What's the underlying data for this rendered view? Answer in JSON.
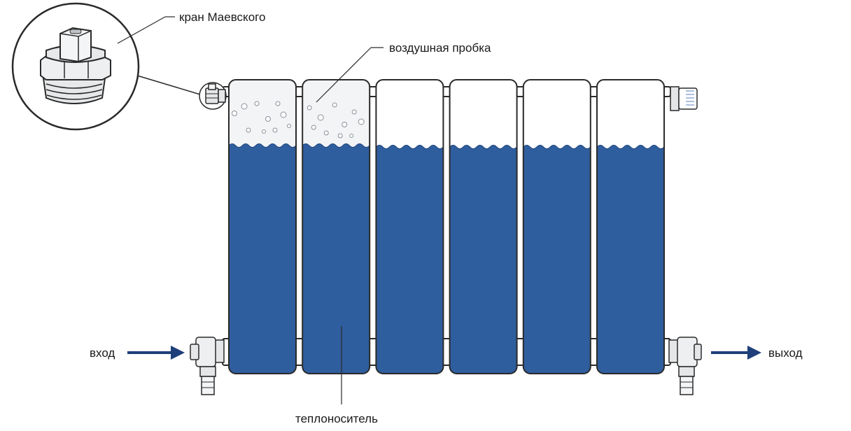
{
  "labels": {
    "valve": "кран Маевского",
    "air_lock": "воздушная пробка",
    "coolant": "теплоноситель",
    "inlet": "вход",
    "outlet": "выход"
  },
  "sections": [
    {
      "state": "air-lock",
      "bubbles": true
    },
    {
      "state": "air-lock",
      "bubbles": true
    },
    {
      "state": "partially-filled",
      "bubbles": false
    },
    {
      "state": "partially-filled",
      "bubbles": false
    },
    {
      "state": "partially-filled",
      "bubbles": false
    },
    {
      "state": "partially-filled",
      "bubbles": false
    }
  ],
  "colors": {
    "coolant": "#2f5e9e",
    "coolant_dark": "#22477d",
    "air": "#f2f4f6",
    "outline": "#2a2a2a",
    "arrow": "#1f3f7a",
    "metal": "#e4e6e8"
  },
  "icons": {
    "valve": "mayevsky-valve-icon",
    "plug": "end-plug-icon",
    "inlet_fitting": "pipe-fitting-icon",
    "outlet_fitting": "pipe-fitting-icon"
  }
}
